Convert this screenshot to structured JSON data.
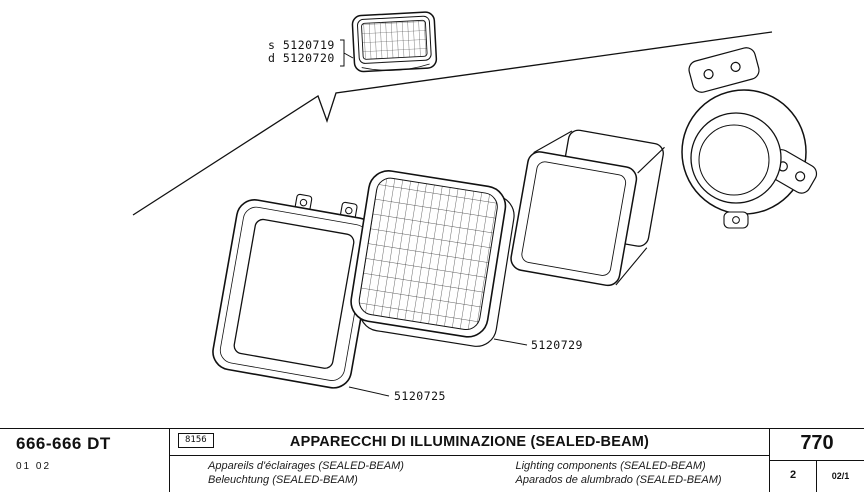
{
  "page": {
    "background": "#ffffff",
    "line_color": "#111111"
  },
  "diagram": {
    "callout_top": {
      "line1": "s 5120719",
      "line2": "d 5120720"
    },
    "label_lens": "5120729",
    "label_bezel": "5120725",
    "parts": [
      "small-sealed-beam-unit",
      "bezel-frame",
      "sealed-beam-lens",
      "lamp-shroud",
      "mounting-bowl"
    ]
  },
  "footer": {
    "model": "666-666 DT",
    "model_sub": "01 02",
    "code": "8156",
    "title": "APPARECCHI DI ILLUMINAZIONE (SEALED-BEAM)",
    "translations_left": [
      "Appareils d'éclairages (SEALED-BEAM)",
      "Beleuchtung (SEALED-BEAM)"
    ],
    "translations_right": [
      "Lighting components (SEALED-BEAM)",
      "Aparados de alumbrado (SEALED-BEAM)"
    ],
    "page_number": "770",
    "sheet": "2",
    "revision": "02/1"
  }
}
